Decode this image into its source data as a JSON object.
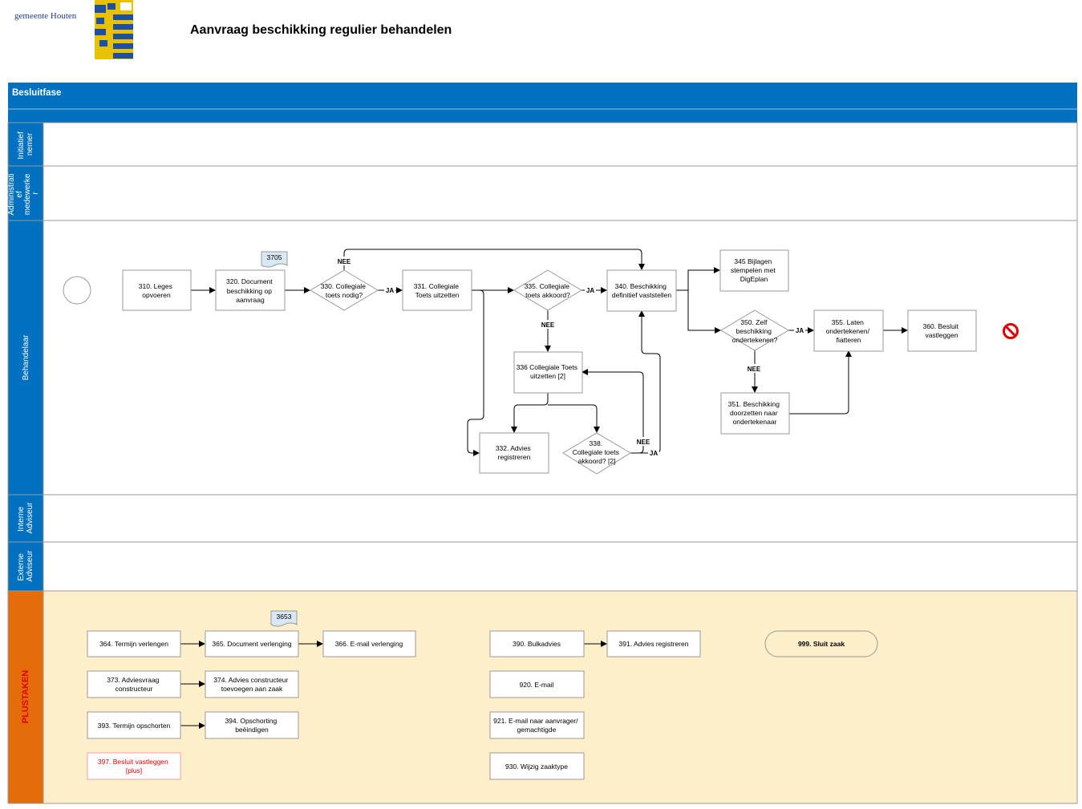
{
  "logo": {
    "text": "gemeente Houten"
  },
  "title": "Aanvraag beschikking regulier behandelen",
  "phase": "Besluitfase",
  "lanes": {
    "initiatiefnemer": [
      "Initiatief",
      "nemer"
    ],
    "administratief": [
      "Administrati",
      "ef",
      "medewerke",
      "r"
    ],
    "behandelaar": [
      "Behandelaar"
    ],
    "interne": [
      "Interne",
      "Adviseur"
    ],
    "externe": [
      "Externe",
      "Adviseur"
    ],
    "plustaken": "PLUSTAKEN"
  },
  "docs": {
    "d1": "3705",
    "d2": "3653"
  },
  "nodes": {
    "n310": [
      "310. Leges",
      "opvoeren"
    ],
    "n320": [
      "320. Document",
      "beschikking op",
      "aanvraag"
    ],
    "n330": [
      "330. Collegiale",
      "toets nodig?"
    ],
    "n331": [
      "331. Collegiale",
      "Toets uitzetten"
    ],
    "n335": [
      "335. Collegiale",
      "toets akkoord?"
    ],
    "n336": [
      "336 Collegiale Toets",
      "uitzetten [2]"
    ],
    "n332": [
      "332. Advies",
      "registreren"
    ],
    "n338": [
      "338.",
      "Collegiale toets",
      "akkoord? [2]"
    ],
    "n340": [
      "340. Beschikking",
      "definitief vaststellen"
    ],
    "n345": [
      "345 Bijlagen",
      "stempelen met",
      "DigEplan"
    ],
    "n350": [
      "350. Zelf",
      "beschikking",
      "ondertekenen?"
    ],
    "n351": [
      "351. Beschikking",
      "doorzetten naar",
      "ondertekenaar"
    ],
    "n355": [
      "355. Laten",
      "ondertekenen/",
      "fiatteren"
    ],
    "n360": [
      "360. Besluit",
      "vastleggen"
    ],
    "p364": [
      "364. Termijn verlengen"
    ],
    "p365": [
      "365. Document verlenging"
    ],
    "p366": [
      "366. E-mail verlenging"
    ],
    "p373": [
      "373. Adviesvraag",
      "constructeur"
    ],
    "p374": [
      "374. Advies constructeur",
      "toevoegen aan zaak"
    ],
    "p393": [
      "393.  Termijn opschorten"
    ],
    "p394": [
      "394. Opschorting",
      "beëindigen"
    ],
    "p397": [
      "397. Besluit vastleggen",
      "[plus]"
    ],
    "p390": [
      "390. Bulkadvies"
    ],
    "p391": [
      "391. Advies registreren"
    ],
    "p920": [
      "920. E-mail"
    ],
    "p921": [
      "921. E-mail naar aanvrager/",
      "gemachtigde"
    ],
    "p930": [
      "930. Wijzig zaaktype"
    ],
    "p999": [
      "999. Sluit zaak"
    ]
  },
  "labels": {
    "nee330": "NEE",
    "ja330": "JA",
    "ja335": "JA",
    "nee335": "NEE",
    "nee338": "NEE",
    "ja338": "JA",
    "ja350": "JA",
    "nee350": "NEE"
  },
  "colors": {
    "header_blue": "#0070c0",
    "plus_orange": "#e46c0a",
    "plus_bg": "#fdefc9",
    "red_text": "#e00000",
    "stop_red": "#e00000",
    "logo_yellow": "#e8c200",
    "logo_blue": "#1f4fa0"
  }
}
